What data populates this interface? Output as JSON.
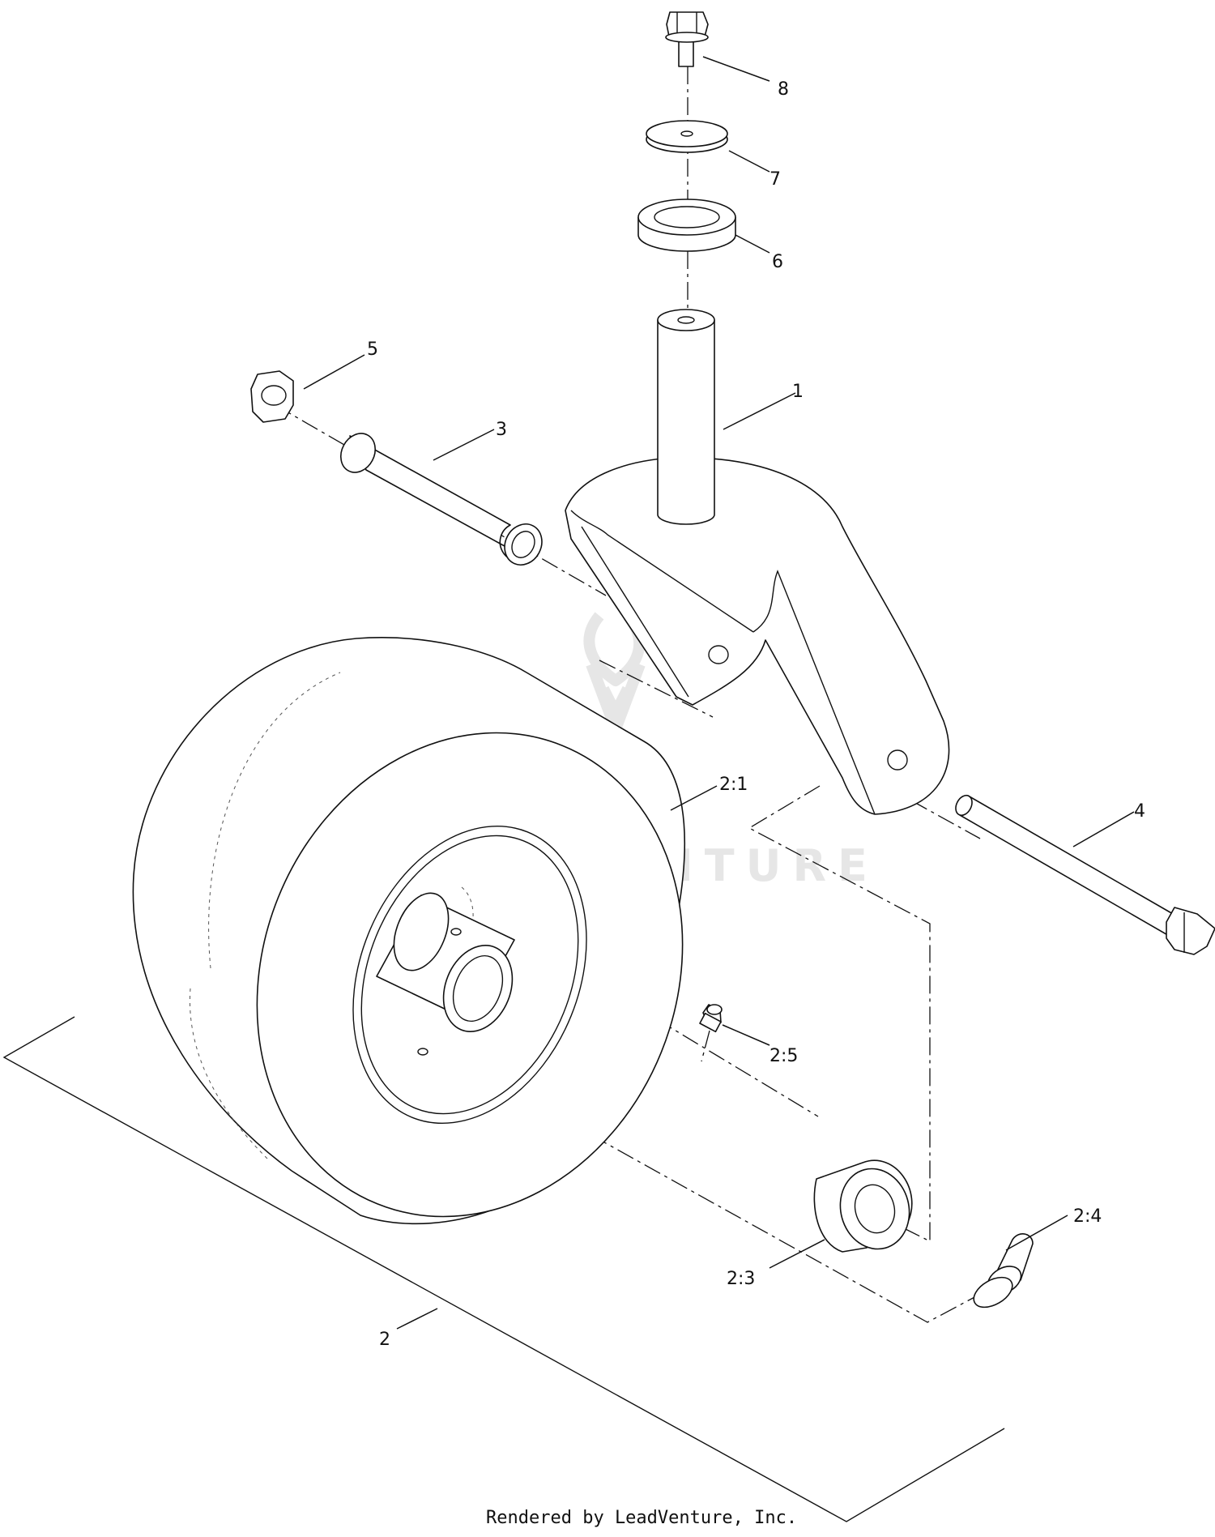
{
  "watermark": {
    "brand": "LEADVENTURE"
  },
  "callouts": [
    "8",
    "7",
    "6",
    "5",
    "1",
    "3",
    "2:1",
    "4",
    "2:5",
    "2:4",
    "2:3",
    "2"
  ],
  "footer": {
    "rendered_by": "Rendered by LeadVenture, Inc."
  }
}
